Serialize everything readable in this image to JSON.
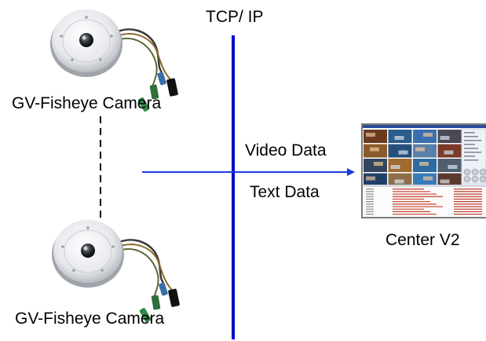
{
  "network": {
    "label": "TCP/ IP"
  },
  "cameras": [
    {
      "label": "GV-Fisheye Camera",
      "icon": "fisheye-camera-icon"
    },
    {
      "label": "GV-Fisheye Camera",
      "icon": "fisheye-camera-icon"
    }
  ],
  "flow": {
    "video_label": "Video Data",
    "text_label": "Text Data"
  },
  "center": {
    "label": "Center V2",
    "icon": "monitoring-screen-icon"
  },
  "colors": {
    "network_line": "#0000cc",
    "arrow": "#1a3de0"
  }
}
